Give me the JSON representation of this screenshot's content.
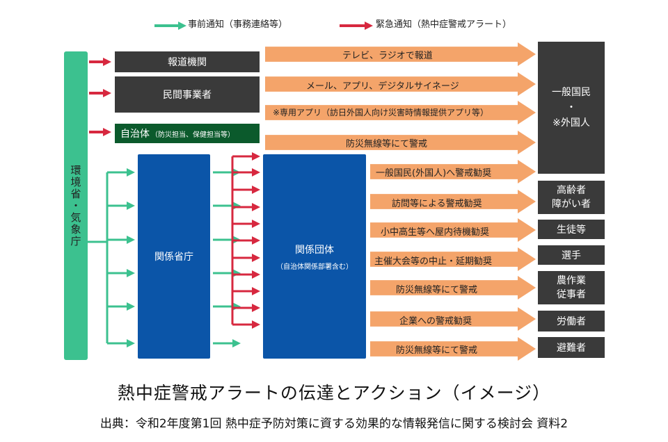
{
  "legend": {
    "advance": "事前通知（事務連絡等）",
    "emergency": "緊急通知（熱中症警戒アラート）"
  },
  "source_org": "環境省・気象庁",
  "senders": {
    "media": "報道機関",
    "business": "民間事業者",
    "municipality": "自治体",
    "municipality_note": "（防災担当、保健担当等）",
    "ministries": "関係省庁",
    "groups": "関係団体",
    "groups_note": "（自治体関係部署含む）"
  },
  "actions": [
    "テレビ、ラジオで報道",
    "メール、アプリ、デジタルサイネージ",
    "※専用アプリ（訪日外国人向け災害時情報提供アプリ等）",
    "防災無線等にて警戒",
    "一般国民(外国人)へ警戒勧奨",
    "訪問等による警戒勧奨",
    "小中高生等へ屋内待機勧奨",
    "主催大会等の中止・延期勧奨",
    "防災無線等にて警戒",
    "企業への警戒勧奨",
    "防災無線等にて警戒"
  ],
  "targets": {
    "general": [
      "一般国民",
      "・",
      "※外国人"
    ],
    "elderly": [
      "高齢者",
      "障がい者"
    ],
    "students": [
      "生徒等"
    ],
    "athletes": [
      "選手"
    ],
    "farmers": [
      "農作業",
      "従事者"
    ],
    "workers": [
      "労働者"
    ],
    "evacuees": [
      "避難者"
    ]
  },
  "caption": {
    "title": "熱中症警戒アラートの伝達とアクション（イメージ）",
    "source": "出典：令和2年度第1回 熱中症予防対策に資する効果的な情報発信に関する検討会 資料2"
  },
  "colors": {
    "advance": "#3cc18f",
    "emergency": "#d7283f",
    "action_arrow": "#f4a46a",
    "dark_box": "#3a3a3a",
    "blue_box": "#0b55a8",
    "municipality_box": "#0b5a2c"
  }
}
